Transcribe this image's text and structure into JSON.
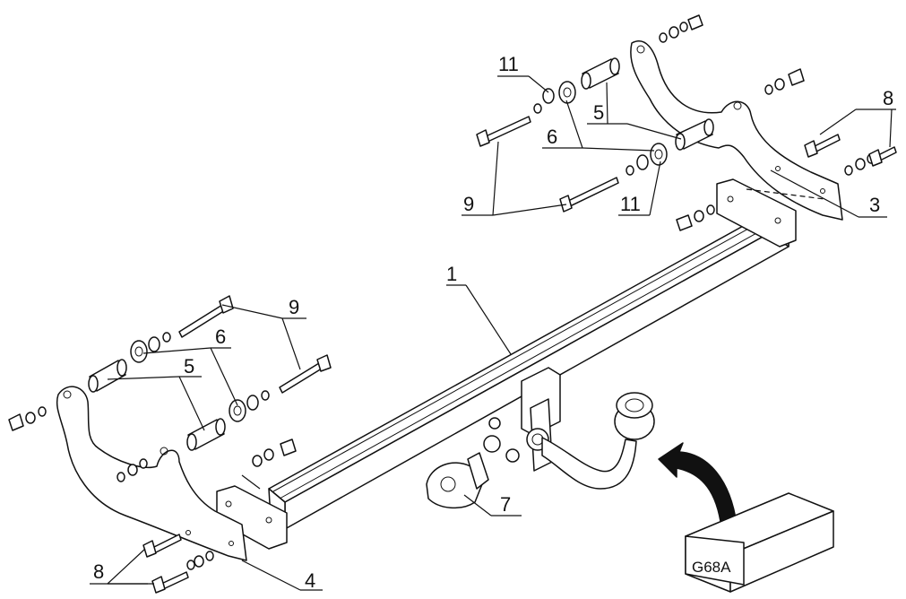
{
  "callouts": {
    "c1": "1",
    "c3": "3",
    "c4": "4",
    "c5_top": "5",
    "c5_left": "5",
    "c6_top": "6",
    "c6_left": "6",
    "c7": "7",
    "c8_top": "8",
    "c8_left": "8",
    "c9_top": "9",
    "c9_left": "9",
    "c11_upper": "11",
    "c11_lower": "11"
  },
  "box": {
    "code": "G68A"
  },
  "colors": {
    "ink": "#111111",
    "paper": "#ffffff"
  }
}
